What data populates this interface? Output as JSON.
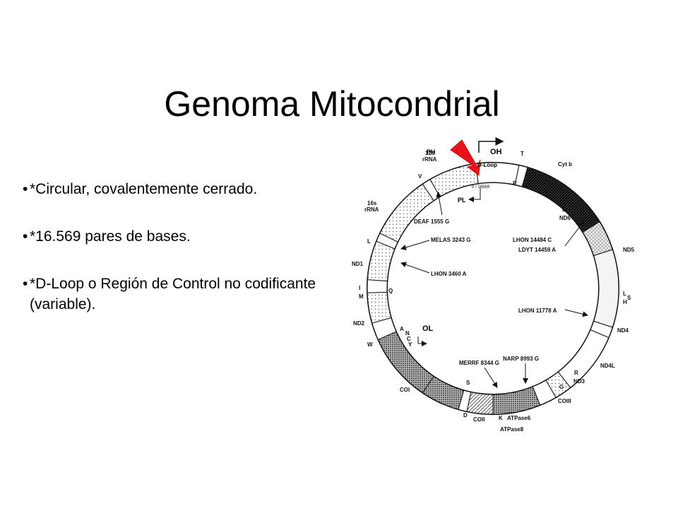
{
  "title": "Genoma Mitocondrial",
  "bullets": [
    {
      "marker": "•",
      "text": "*Circular, covalentemente cerrado."
    },
    {
      "marker": "•",
      "text": "*16.569 pares de bases."
    },
    {
      "marker": "•",
      "text": "*D-Loop o Región de Control no codificante (variable)."
    }
  ],
  "diagram": {
    "origin_h": "OH",
    "origin_l": "OL",
    "p_h": "PH",
    "p_l": "PL",
    "dloop": "D-Loop",
    "position": "0 / 16569",
    "genes": {
      "rrna12s_1": "12s",
      "rrna12s_2": "rRNA",
      "rrna16s_1": "16s",
      "rrna16s_2": "rRNA",
      "v": "V",
      "t": "T",
      "p": "P",
      "cytb": "Cyt b",
      "e": "E",
      "nd6": "ND6",
      "nd5": "ND5",
      "l2": "L",
      "s2": "S",
      "h": "H",
      "nd4": "ND4",
      "nd4l": "ND4L",
      "r": "R",
      "nd3": "ND3",
      "g": "G",
      "coiii": "COIII",
      "atpase6": "ATPase6",
      "atpase8": "ATPase8",
      "k": "K",
      "coii": "COII",
      "d": "D",
      "s1": "S",
      "coi": "COI",
      "w": "W",
      "nd2": "ND2",
      "a": "A",
      "n": "N",
      "c": "C",
      "y": "Y",
      "m": "M",
      "i": "I",
      "q": "Q",
      "nd1": "ND1",
      "l1": "L"
    },
    "mutations": {
      "deaf": "DEAF 1555 G",
      "melas": "MELAS  3243 G",
      "lhon3460": "LHON  3460 A",
      "lhon14484": "LHON 14484 C",
      "ldyt": "LDYT  14459 A",
      "lhon11778": "LHON 11778 A",
      "narp": "NARP 8993 G",
      "merrf": "MERRF 8344 G"
    },
    "colors": {
      "pointer": "#e8121b",
      "ink": "#111111"
    }
  }
}
